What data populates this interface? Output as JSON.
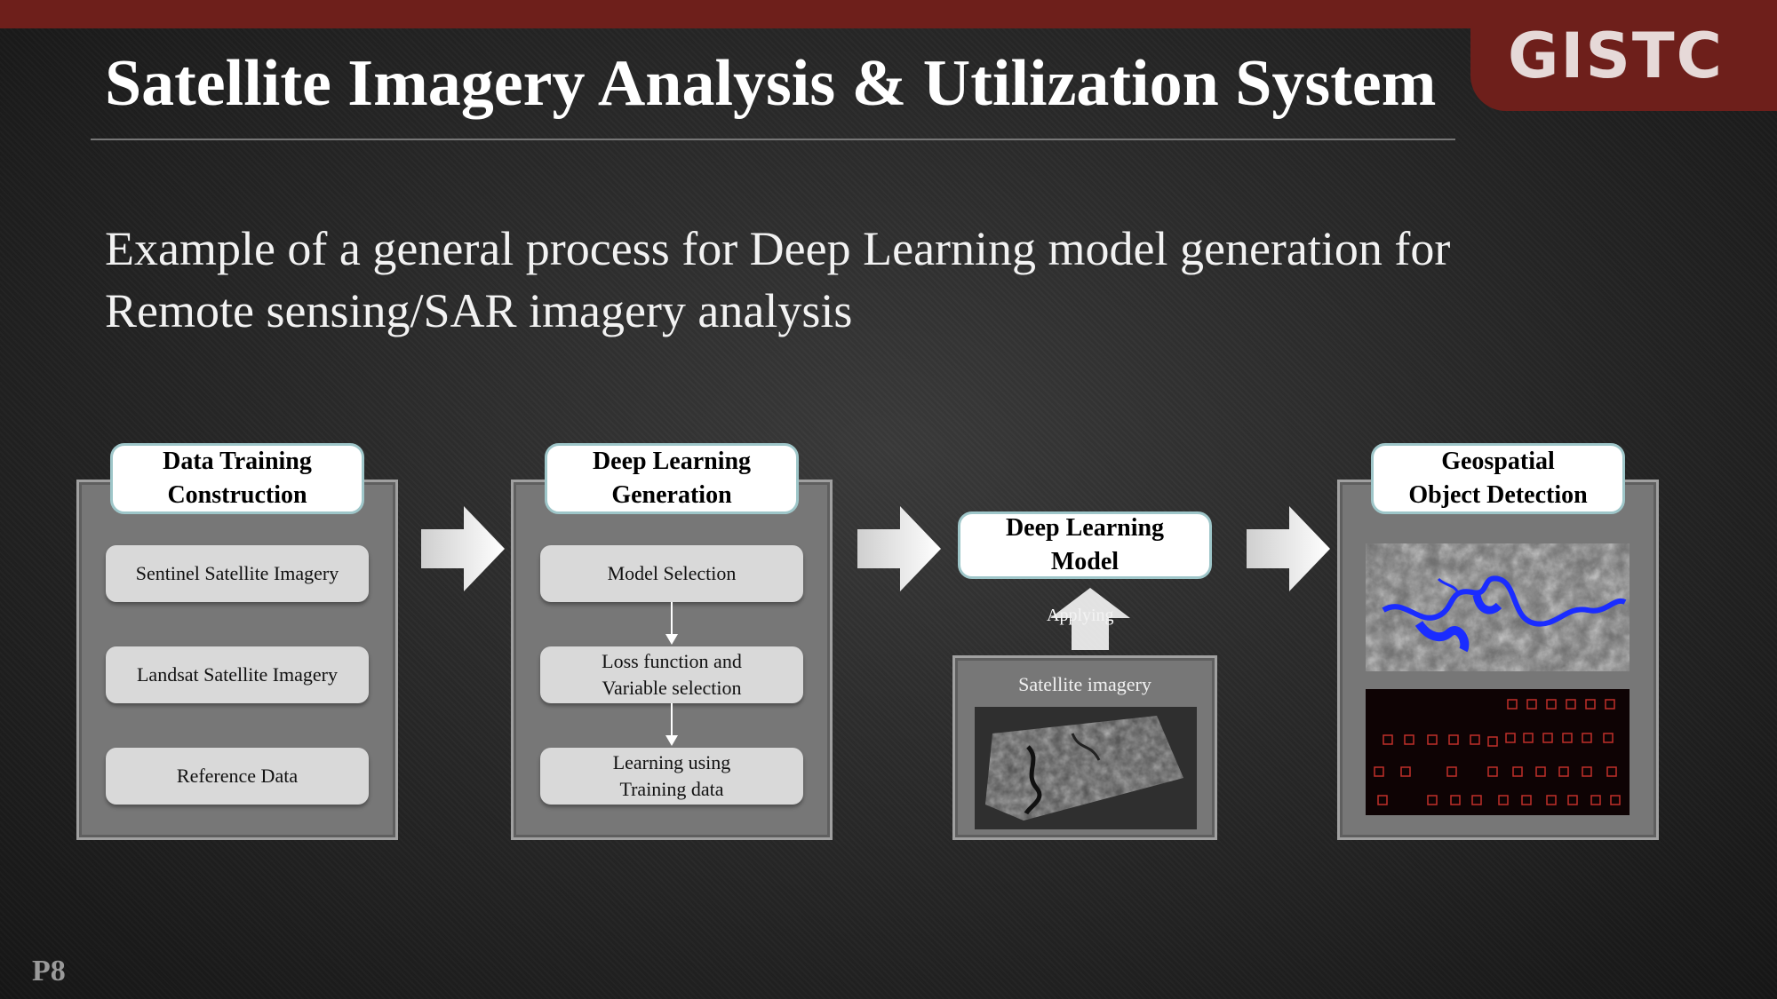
{
  "brand": {
    "logo": "GISTC"
  },
  "slide": {
    "title": "Satellite Imagery Analysis & Utilization System",
    "subtitle_line1": "Example of a general process for Deep Learning model generation for",
    "subtitle_line2": "Remote sensing/SAR imagery analysis",
    "page": "P8"
  },
  "diagram": {
    "stage1": {
      "title_line1": "Data Training",
      "title_line2": "Construction",
      "items": [
        "Sentinel Satellite Imagery",
        "Landsat Satellite Imagery",
        "Reference Data"
      ]
    },
    "stage2": {
      "title_line1": "Deep Learning",
      "title_line2": "Generation",
      "items": [
        {
          "line1": "Model Selection",
          "line2": ""
        },
        {
          "line1": "Loss function and",
          "line2": "Variable selection"
        },
        {
          "line1": "Learning using",
          "line2": "Training data"
        }
      ]
    },
    "stage3": {
      "title_line1": "Deep Learning",
      "title_line2": "Model",
      "applying_label": "Applying",
      "input_label": "Satellite imagery"
    },
    "stage4": {
      "title_line1": "Geospatial",
      "title_line2": "Object Detection"
    }
  },
  "colors": {
    "brand_red": "#6e1f1b",
    "panel_gray": "#777777",
    "water_blue": "#1a2cff",
    "detection_red": "#c0302a"
  }
}
